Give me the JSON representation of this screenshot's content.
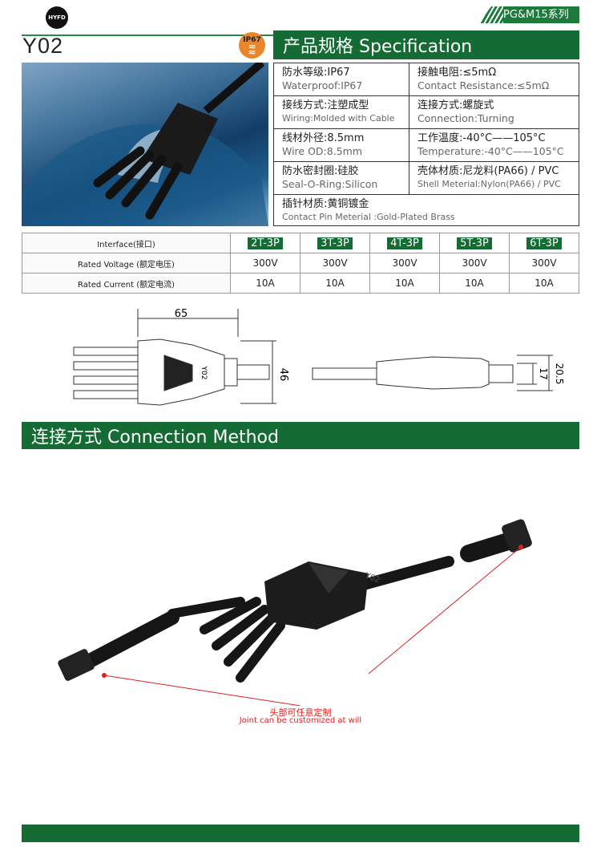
{
  "header": {
    "logo_text": "HYFD",
    "series": "PG&M15系列",
    "model": "Y02",
    "badge": "IP67"
  },
  "spec": {
    "title": "产品规格 Specification",
    "items": [
      {
        "zh": "防水等级:IP67",
        "en": "Waterproof:IP67"
      },
      {
        "zh": "接触电阻:≤5mΩ",
        "en": "Contact Resistance:≤5mΩ"
      },
      {
        "zh": "接线方式:注塑成型",
        "en": "Wiring:Molded with Cable"
      },
      {
        "zh": "连接方式:螺旋式",
        "en": "Connection:Turning"
      },
      {
        "zh": "线材外径:8.5mm",
        "en": "Wire OD:8.5mm"
      },
      {
        "zh": "工作温度:-40°C——105°C",
        "en": "Temperature:-40°C——105°C"
      },
      {
        "zh": "防水密封圈:硅胶",
        "en": "Seal-O-Ring:Silicon"
      },
      {
        "zh": "壳体材质:尼龙料(PA66) / PVC",
        "en": "Shell Meterial:Nylon(PA66) / PVC"
      },
      {
        "zh": "插针材质:黄铜镀金",
        "en": "Contact Pin Meterial :Gold-Plated Brass"
      }
    ]
  },
  "interface_table": {
    "rows": [
      {
        "label": "Interface(接口)",
        "values": [
          "2T-3P",
          "3T-3P",
          "4T-3P",
          "5T-3P",
          "6T-3P"
        ]
      },
      {
        "label": "Rated Voltage (额定电压)",
        "values": [
          "300V",
          "300V",
          "300V",
          "300V",
          "300V"
        ]
      },
      {
        "label": "Rated Current (额定电流)",
        "values": [
          "10A",
          "10A",
          "10A",
          "10A",
          "10A"
        ]
      }
    ]
  },
  "drawing": {
    "length": "65",
    "height": "46",
    "d1": "17",
    "d2": "20.5",
    "marking": "Y02"
  },
  "connection": {
    "title": "连接方式 Connection Method",
    "note_zh": "头部可任意定制",
    "note_en": "Joint can be customized at will",
    "marking": "Y02"
  },
  "colors": {
    "brand_green": "#146b33",
    "note_red": "#e02020",
    "badge_orange": "#e9852a"
  }
}
